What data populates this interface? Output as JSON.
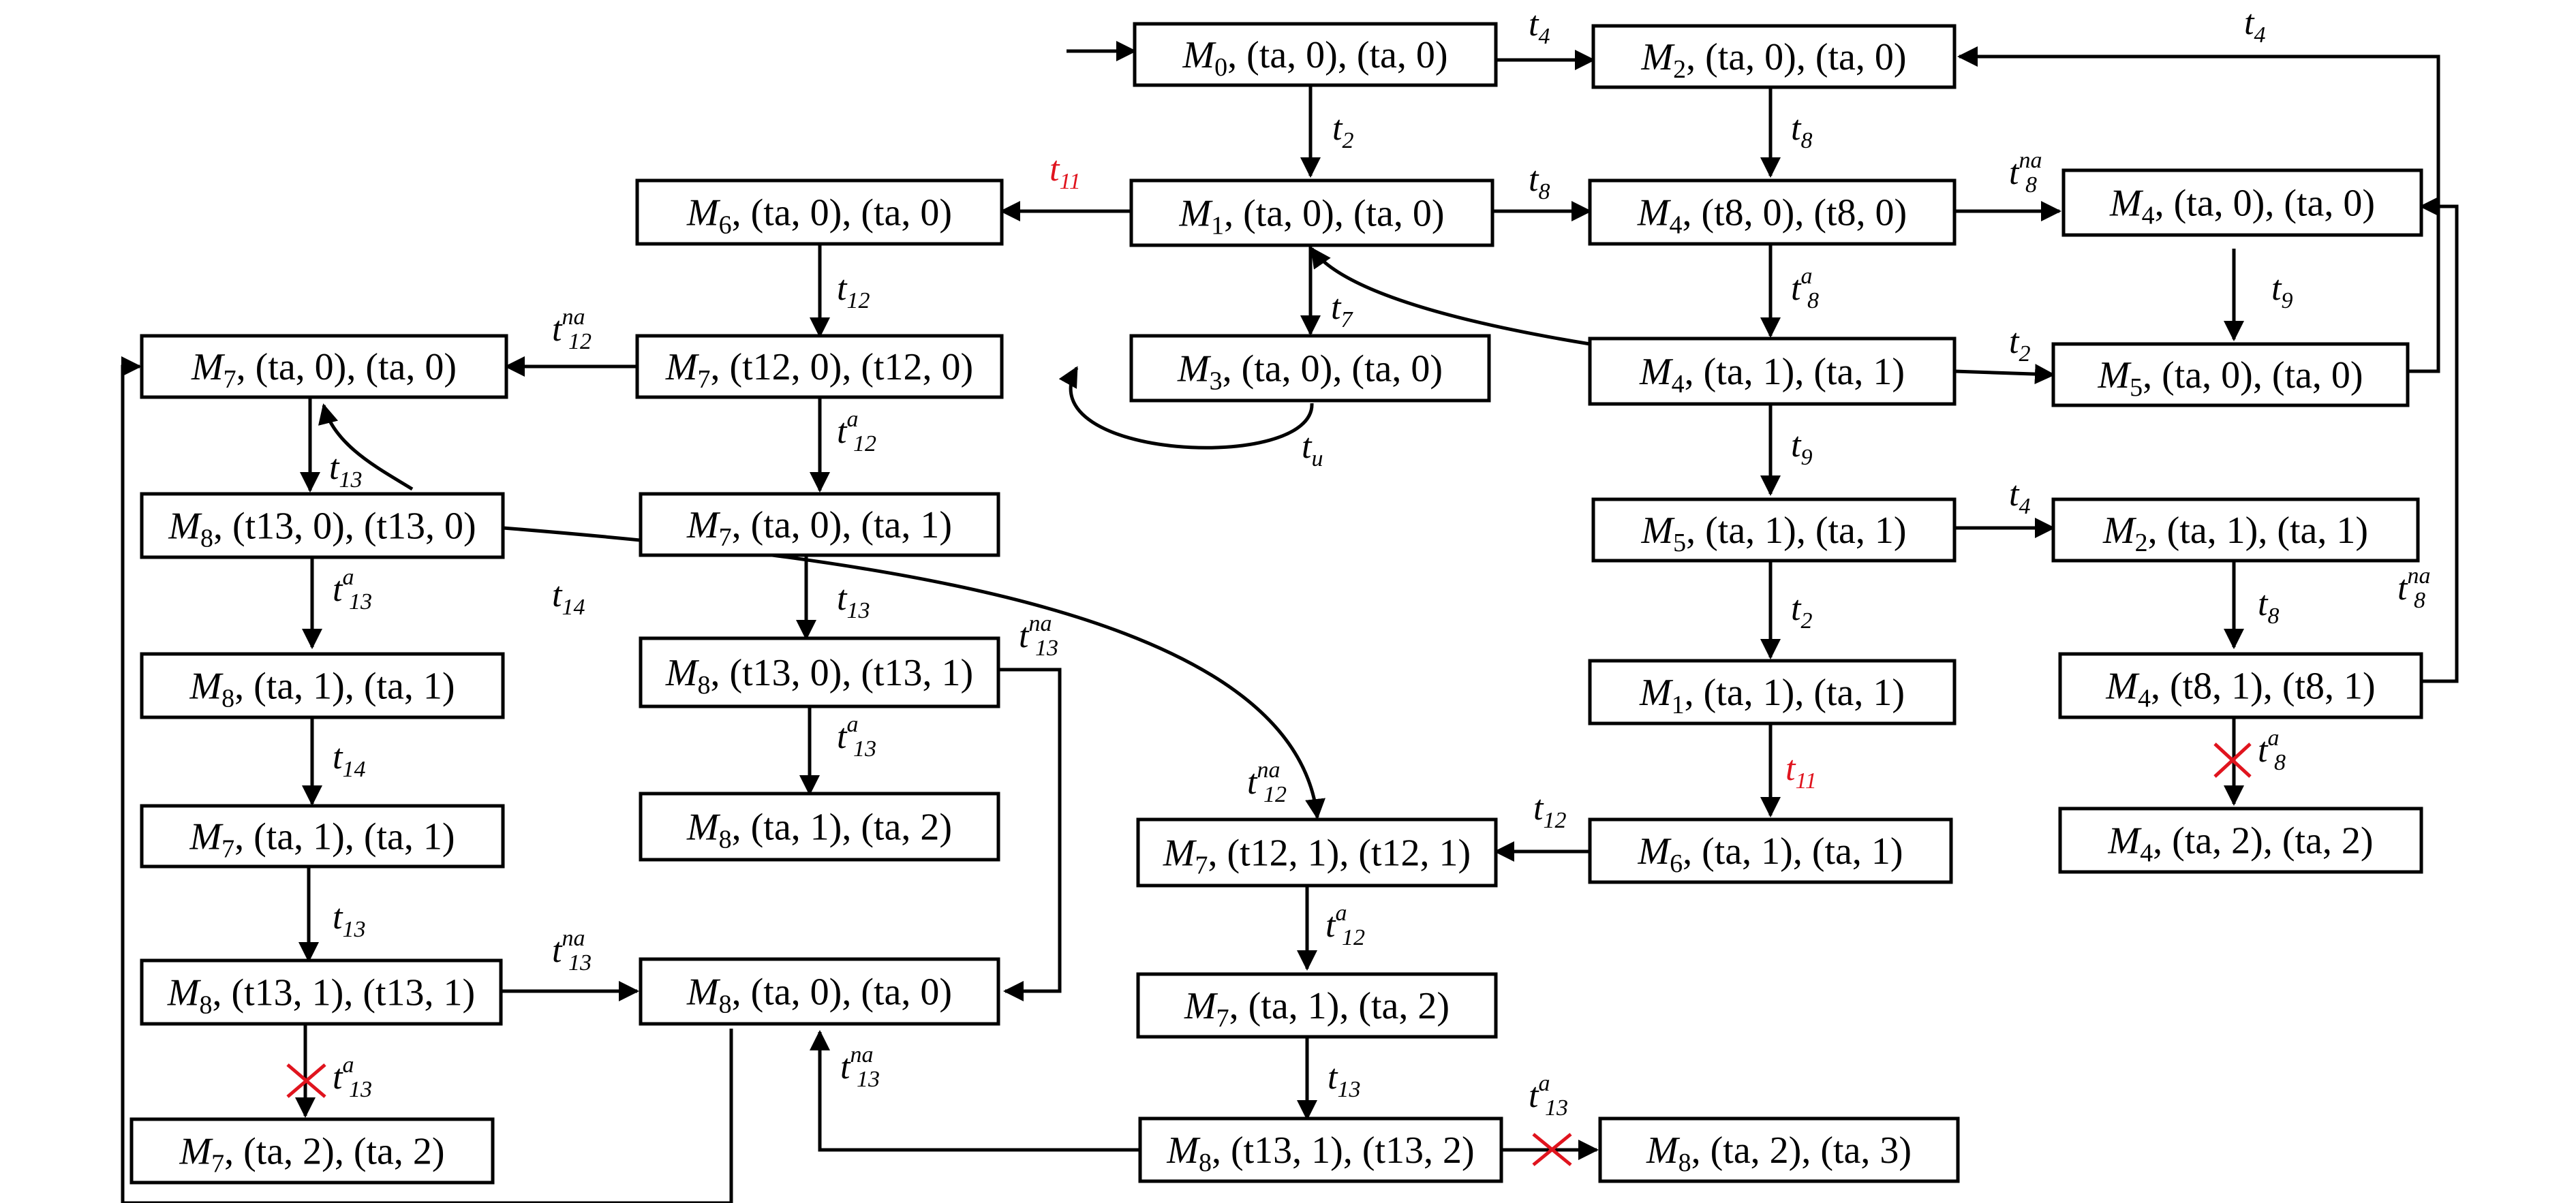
{
  "colors": {
    "line": "#000000",
    "highlight_label": "#e0141e",
    "disabled_cross": "#e0141e",
    "background": "#ffffff"
  },
  "boxes": [
    {
      "id": "b1",
      "marking": "M",
      "index": "0",
      "tuple": ", (ta, 0), (ta, 0)"
    },
    {
      "id": "b2",
      "marking": "M",
      "index": "2",
      "tuple": ", (ta, 0), (ta, 0)"
    },
    {
      "id": "b3",
      "marking": "M",
      "index": "6",
      "tuple": ", (ta, 0), (ta, 0)"
    },
    {
      "id": "b4",
      "marking": "M",
      "index": "1",
      "tuple": ", (ta, 0), (ta, 0)"
    },
    {
      "id": "b5",
      "marking": "M",
      "index": "4",
      "tuple": ", (t8, 0), (t8, 0)"
    },
    {
      "id": "b6",
      "marking": "M",
      "index": "4",
      "tuple": ", (ta, 0), (ta, 0)"
    },
    {
      "id": "b7",
      "marking": "M",
      "index": "7",
      "tuple": ", (ta, 0), (ta, 0)"
    },
    {
      "id": "b8",
      "marking": "M",
      "index": "7",
      "tuple": ", (t12, 0), (t12, 0)"
    },
    {
      "id": "b9",
      "marking": "M",
      "index": "3",
      "tuple": ", (ta, 0), (ta, 0)"
    },
    {
      "id": "b10",
      "marking": "M",
      "index": "4",
      "tuple": ", (ta, 1), (ta, 1)"
    },
    {
      "id": "b11",
      "marking": "M",
      "index": "5",
      "tuple": ", (ta, 0), (ta, 0)"
    },
    {
      "id": "b12",
      "marking": "M",
      "index": "8",
      "tuple": ", (t13, 0), (t13, 0)"
    },
    {
      "id": "b13",
      "marking": "M",
      "index": "7",
      "tuple": ", (ta, 0), (ta, 1)"
    },
    {
      "id": "b14",
      "marking": "M",
      "index": "5",
      "tuple": ", (ta, 1), (ta, 1)"
    },
    {
      "id": "b15",
      "marking": "M",
      "index": "2",
      "tuple": ", (ta, 1), (ta, 1)"
    },
    {
      "id": "b16",
      "marking": "M",
      "index": "8",
      "tuple": ", (ta, 1), (ta, 1)"
    },
    {
      "id": "b17",
      "marking": "M",
      "index": "8",
      "tuple": ", (t13, 0), (t13, 1)"
    },
    {
      "id": "b18",
      "marking": "M",
      "index": "1",
      "tuple": ", (ta, 1), (ta, 1)"
    },
    {
      "id": "b19",
      "marking": "M",
      "index": "4",
      "tuple": ", (t8, 1), (t8, 1)"
    },
    {
      "id": "b20",
      "marking": "M",
      "index": "7",
      "tuple": ", (ta, 1), (ta, 1)"
    },
    {
      "id": "b21",
      "marking": "M",
      "index": "8",
      "tuple": ", (ta, 1), (ta, 2)"
    },
    {
      "id": "b22",
      "marking": "M",
      "index": "7",
      "tuple": ", (t12, 1), (t12, 1)"
    },
    {
      "id": "b23",
      "marking": "M",
      "index": "6",
      "tuple": ", (ta, 1), (ta, 1)"
    },
    {
      "id": "b24",
      "marking": "M",
      "index": "4",
      "tuple": ", (ta, 2), (ta, 2)"
    },
    {
      "id": "b25",
      "marking": "M",
      "index": "8",
      "tuple": ", (t13, 1), (t13, 1)"
    },
    {
      "id": "b26",
      "marking": "M",
      "index": "8",
      "tuple": ", (ta, 0), (ta, 0)"
    },
    {
      "id": "b27",
      "marking": "M",
      "index": "7",
      "tuple": ", (ta, 1), (ta, 2)"
    },
    {
      "id": "b28",
      "marking": "M",
      "index": "7",
      "tuple": ", (ta, 2), (ta, 2)"
    },
    {
      "id": "b29",
      "marking": "M",
      "index": "8",
      "tuple": ", (t13, 1), (t13, 2)"
    },
    {
      "id": "b30",
      "marking": "M",
      "index": "8",
      "tuple": ", (ta, 2), (ta, 3)"
    }
  ],
  "labels": [
    {
      "id": "l1",
      "base": "t",
      "sub": "4",
      "sup": "",
      "color": "black"
    },
    {
      "id": "l2",
      "base": "t",
      "sub": "4",
      "sup": "",
      "color": "black"
    },
    {
      "id": "l3",
      "base": "t",
      "sub": "2",
      "sup": "",
      "color": "black"
    },
    {
      "id": "l4",
      "base": "t",
      "sub": "8",
      "sup": "",
      "color": "black"
    },
    {
      "id": "l5",
      "base": "t",
      "sub": "11",
      "sup": "",
      "color": "red"
    },
    {
      "id": "l6",
      "base": "t",
      "sub": "8",
      "sup": "",
      "color": "black"
    },
    {
      "id": "l7",
      "base": "t",
      "sub": "8",
      "sup": "na",
      "color": "black"
    },
    {
      "id": "l8",
      "base": "t",
      "sub": "12",
      "sup": "",
      "color": "black"
    },
    {
      "id": "l9",
      "base": "t",
      "sub": "7",
      "sup": "",
      "color": "black"
    },
    {
      "id": "l10",
      "base": "t",
      "sub": "8",
      "sup": "a",
      "color": "black"
    },
    {
      "id": "l11",
      "base": "t",
      "sub": "9",
      "sup": "",
      "color": "black"
    },
    {
      "id": "l12",
      "base": "t",
      "sub": "12",
      "sup": "na",
      "color": "black"
    },
    {
      "id": "l13",
      "base": "t",
      "sub": "2",
      "sup": "",
      "color": "black"
    },
    {
      "id": "l14",
      "base": "t",
      "sub": "u",
      "sup": "",
      "color": "black"
    },
    {
      "id": "l15",
      "base": "t",
      "sub": "13",
      "sup": "",
      "color": "black"
    },
    {
      "id": "l16",
      "base": "t",
      "sub": "12",
      "sup": "a",
      "color": "black"
    },
    {
      "id": "l17",
      "base": "t",
      "sub": "9",
      "sup": "",
      "color": "black"
    },
    {
      "id": "l18",
      "base": "t",
      "sub": "4",
      "sup": "",
      "color": "black"
    },
    {
      "id": "l19",
      "base": "t",
      "sub": "13",
      "sup": "a",
      "color": "black"
    },
    {
      "id": "l20",
      "base": "t",
      "sub": "14",
      "sup": "",
      "color": "black"
    },
    {
      "id": "l21",
      "base": "t",
      "sub": "13",
      "sup": "",
      "color": "black"
    },
    {
      "id": "l22",
      "base": "t",
      "sub": "2",
      "sup": "",
      "color": "black"
    },
    {
      "id": "l23",
      "base": "t",
      "sub": "8",
      "sup": "",
      "color": "black"
    },
    {
      "id": "l24",
      "base": "t",
      "sub": "8",
      "sup": "na",
      "color": "black"
    },
    {
      "id": "l25",
      "base": "t",
      "sub": "13",
      "sup": "na",
      "color": "black"
    },
    {
      "id": "l26",
      "base": "t",
      "sub": "14",
      "sup": "",
      "color": "black"
    },
    {
      "id": "l27",
      "base": "t",
      "sub": "13",
      "sup": "a",
      "color": "black"
    },
    {
      "id": "l28",
      "base": "t",
      "sub": "11",
      "sup": "",
      "color": "red"
    },
    {
      "id": "l29",
      "base": "t",
      "sub": "8",
      "sup": "a",
      "color": "black"
    },
    {
      "id": "l30",
      "base": "t",
      "sub": "12",
      "sup": "na",
      "color": "black"
    },
    {
      "id": "l31",
      "base": "t",
      "sub": "12",
      "sup": "",
      "color": "black"
    },
    {
      "id": "l32",
      "base": "t",
      "sub": "13",
      "sup": "",
      "color": "black"
    },
    {
      "id": "l33",
      "base": "t",
      "sub": "12",
      "sup": "a",
      "color": "black"
    },
    {
      "id": "l34",
      "base": "t",
      "sub": "13",
      "sup": "na",
      "color": "black"
    },
    {
      "id": "l35",
      "base": "t",
      "sub": "13",
      "sup": "a",
      "color": "black"
    },
    {
      "id": "l36",
      "base": "t",
      "sub": "13",
      "sup": "na",
      "color": "black"
    },
    {
      "id": "l37",
      "base": "t",
      "sub": "13",
      "sup": "",
      "color": "black"
    },
    {
      "id": "l38",
      "base": "t",
      "sub": "13",
      "sup": "a",
      "color": "black"
    }
  ]
}
